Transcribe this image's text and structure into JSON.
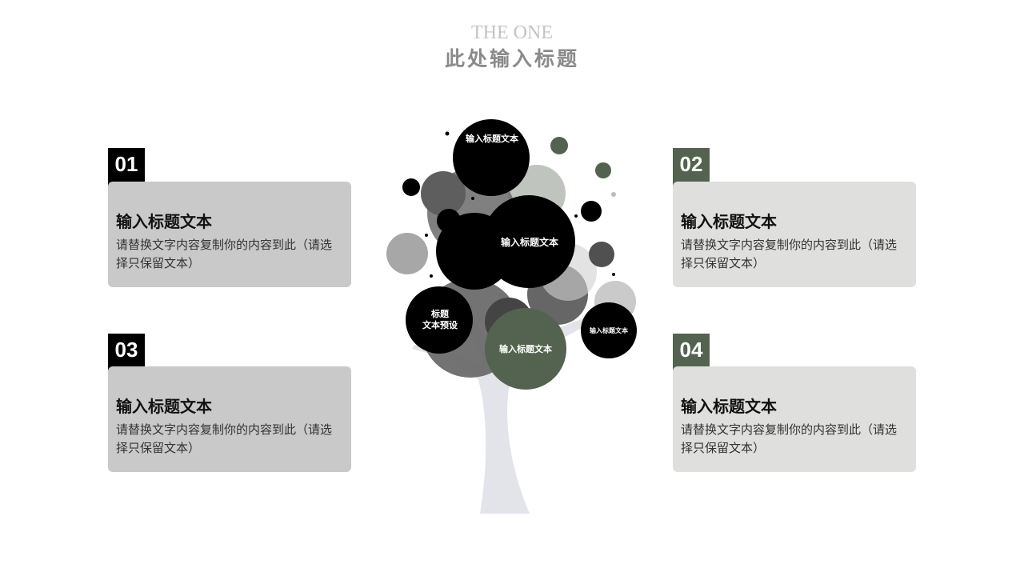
{
  "header": {
    "sup": "THE ONE",
    "title": "此处输入标题"
  },
  "cards": [
    {
      "num": "01",
      "title": "输入标题文本",
      "desc": "请替换文字内容复制你的内容到此（请选择只保留文本）"
    },
    {
      "num": "02",
      "title": "输入标题文本",
      "desc": "请替换文字内容复制你的内容到此（请选择只保留文本）"
    },
    {
      "num": "03",
      "title": "输入标题文本",
      "desc": "请替换文字内容复制你的内容到此（请选择只保留文本）"
    },
    {
      "num": "04",
      "title": "输入标题文本",
      "desc": "请替换文字内容复制你的内容到此（请选择只保留文本）"
    }
  ],
  "tree": {
    "bubble_top": "输入标题文本",
    "bubble_mid": "输入标题文本",
    "bubble_left": "标题\n文本预设",
    "bubble_green": "输入标题文本",
    "bubble_right": "输入标题文本"
  },
  "colors": {
    "black": "#000000",
    "green": "#53634f",
    "card_gray": "#c9c9c9",
    "card_light": "#dfe0de",
    "trunk": "#e3e4e9"
  }
}
